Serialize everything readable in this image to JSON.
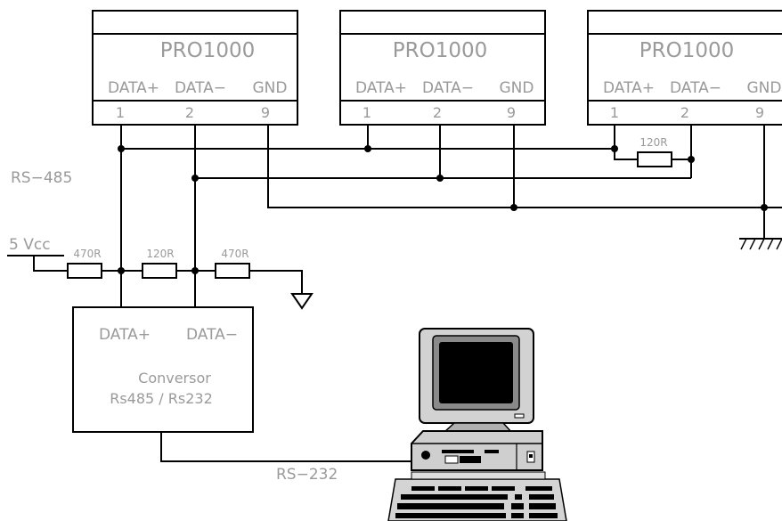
{
  "devices": [
    {
      "title": "PRO1000",
      "pins": [
        "DATA+",
        "DATA−",
        "GND"
      ],
      "numbers": [
        "1",
        "2",
        "9"
      ]
    },
    {
      "title": "PRO1000",
      "pins": [
        "DATA+",
        "DATA−",
        "GND"
      ],
      "numbers": [
        "1",
        "2",
        "9"
      ]
    },
    {
      "title": "PRO1000",
      "pins": [
        "DATA+",
        "DATA−",
        "GND"
      ],
      "numbers": [
        "1",
        "2",
        "9"
      ]
    }
  ],
  "bus_label": "RS−485",
  "supply_label": "5  Vcc",
  "resistors": {
    "pull_up": "470R",
    "termination": "120R",
    "pull_down": "470R",
    "end_termination": "120R"
  },
  "converter": {
    "pin_plus": "DATA+",
    "pin_minus": "DATA−",
    "name": "Conversor",
    "subtitle": "Rs485  /  Rs232"
  },
  "serial_label": "RS−232"
}
